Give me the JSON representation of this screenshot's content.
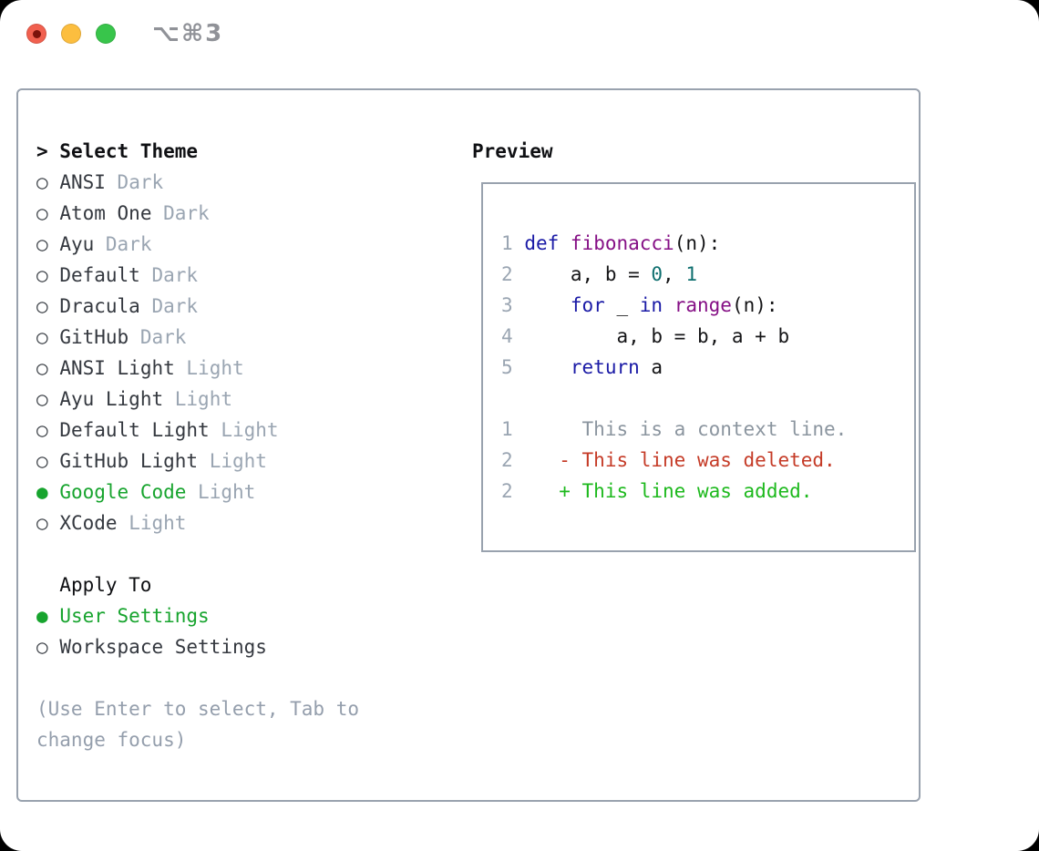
{
  "window": {
    "title": "⌥⌘3"
  },
  "theme_panel": {
    "header_prefix": "> ",
    "header": "Select Theme",
    "bullet_unselected": "○",
    "bullet_selected": "●",
    "themes": [
      {
        "name": "ANSI",
        "variant": "Dark",
        "selected": false
      },
      {
        "name": "Atom One",
        "variant": "Dark",
        "selected": false
      },
      {
        "name": "Ayu",
        "variant": "Dark",
        "selected": false
      },
      {
        "name": "Default",
        "variant": "Dark",
        "selected": false
      },
      {
        "name": "Dracula",
        "variant": "Dark",
        "selected": false
      },
      {
        "name": "GitHub",
        "variant": "Dark",
        "selected": false
      },
      {
        "name": "ANSI Light",
        "variant": "Light",
        "selected": false
      },
      {
        "name": "Ayu Light",
        "variant": "Light",
        "selected": false
      },
      {
        "name": "Default Light",
        "variant": "Light",
        "selected": false
      },
      {
        "name": "GitHub Light",
        "variant": "Light",
        "selected": false
      },
      {
        "name": "Google Code",
        "variant": "Light",
        "selected": true
      },
      {
        "name": "XCode",
        "variant": "Light",
        "selected": false
      }
    ],
    "apply_to": {
      "label": "Apply To",
      "options": [
        {
          "name": "User Settings",
          "selected": true
        },
        {
          "name": "Workspace Settings",
          "selected": false
        }
      ]
    },
    "hint": "(Use Enter to select, Tab to change focus)"
  },
  "preview": {
    "label": "Preview",
    "code_lines": [
      {
        "num": "1",
        "tokens": [
          {
            "text": "def",
            "style": "kw"
          },
          {
            "text": " ",
            "style": "pl"
          },
          {
            "text": "fibonacci",
            "style": "fn"
          },
          {
            "text": "(n):",
            "style": "pl"
          }
        ]
      },
      {
        "num": "2",
        "tokens": [
          {
            "text": "    a, b = ",
            "style": "pl"
          },
          {
            "text": "0",
            "style": "num"
          },
          {
            "text": ", ",
            "style": "pl"
          },
          {
            "text": "1",
            "style": "num"
          }
        ]
      },
      {
        "num": "3",
        "tokens": [
          {
            "text": "    ",
            "style": "pl"
          },
          {
            "text": "for",
            "style": "kw"
          },
          {
            "text": " _ ",
            "style": "pl"
          },
          {
            "text": "in",
            "style": "kw"
          },
          {
            "text": " ",
            "style": "pl"
          },
          {
            "text": "range",
            "style": "fn"
          },
          {
            "text": "(n):",
            "style": "pl"
          }
        ]
      },
      {
        "num": "4",
        "tokens": [
          {
            "text": "        a, b = b, a + b",
            "style": "pl"
          }
        ]
      },
      {
        "num": "5",
        "tokens": [
          {
            "text": "    ",
            "style": "pl"
          },
          {
            "text": "return",
            "style": "kw"
          },
          {
            "text": " a",
            "style": "pl"
          }
        ]
      }
    ],
    "diff_lines": [
      {
        "num": "1",
        "sign": " ",
        "text": "This is a context line.",
        "type": "context"
      },
      {
        "num": "2",
        "sign": "-",
        "text": "This line was deleted.",
        "type": "deleted"
      },
      {
        "num": "2",
        "sign": "+",
        "text": "This line was added.",
        "type": "added"
      }
    ]
  },
  "colors": {
    "accent_green": "#17a42e",
    "diff_added": "#1db91d",
    "diff_deleted": "#c53b27",
    "keyword_blue": "#1a1aa6",
    "function_purple": "#850f85",
    "number_teal": "#0e6f6f",
    "muted_gray": "#9aa5b2",
    "border_gray": "#99a2ae"
  }
}
